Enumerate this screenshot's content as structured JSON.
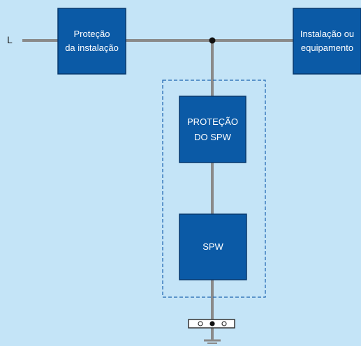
{
  "diagram": {
    "line_label": "L",
    "boxes": {
      "protecao_instalacao": "Proteção\nda instalação",
      "instalacao_equipamento": "Instalação ou\nequipamento",
      "protecao_spw": "PROTEÇÃO\nDO SPW",
      "spw": "SPW"
    }
  },
  "colors": {
    "background": "#c4e4f7",
    "box_fill": "#0b5aa6",
    "box_border": "#06386d",
    "line": "#8a8a8a",
    "dashed_border": "#1c63b0",
    "junction": "#111111"
  }
}
